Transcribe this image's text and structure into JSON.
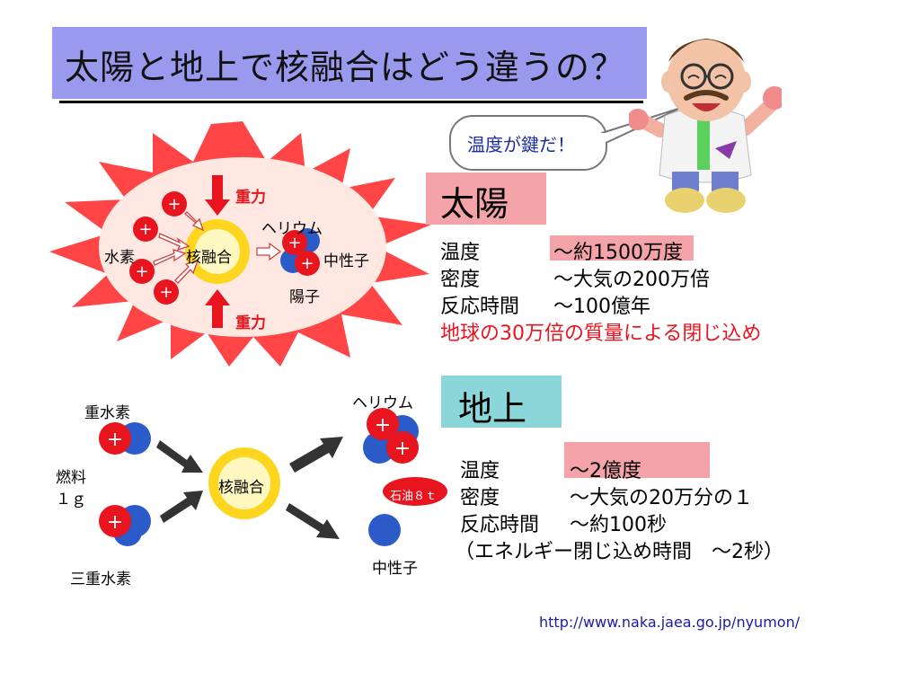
{
  "title": "太陽と地上で核融合はどう違うの？",
  "speech_bubble": "温度が鍵だ！",
  "sun": {
    "label": "太陽",
    "rows": [
      {
        "key": "温度",
        "value": "～約1500万度"
      },
      {
        "key": "密度",
        "value": "～大気の200万倍"
      },
      {
        "key": "反応時間",
        "value": "～100億年"
      }
    ],
    "note": "地球の30万倍の質量による閉じ込め",
    "note_color": "#e8141e",
    "diagram": {
      "gravity_top": "重力",
      "gravity_bottom": "重力",
      "hydrogen": "水素",
      "fusion": "核融合",
      "helium": "ヘリウム",
      "neutron": "中性子",
      "proton": "陽子"
    }
  },
  "earth": {
    "label": "地上",
    "rows": [
      {
        "key": "温度",
        "value": "～2億度"
      },
      {
        "key": "密度",
        "value": "～大気の20万分の１"
      },
      {
        "key": "反応時間",
        "value": "～約100秒"
      }
    ],
    "note": "（エネルギー閉じ込め時間　～2秒）",
    "diagram": {
      "deuterium": "重水素",
      "fuel_line1": "燃料",
      "fuel_line2": "１ｇ",
      "tritium": "三重水素",
      "fusion": "核融合",
      "helium": "ヘリウム",
      "oil": "石油８ｔ",
      "neutron": "中性子"
    }
  },
  "url": "http://www.naka.jaea.go.jp/nyumon/",
  "colors": {
    "title_bg": "#9999ee",
    "sun_label_bg": "#f4a3a8",
    "earth_label_bg": "#8ad6d8",
    "highlight": "#f4a3a8",
    "gravity_arrow": "#e8141e",
    "proton": "#e8141e",
    "neutron": "#2a5bc8"
  }
}
